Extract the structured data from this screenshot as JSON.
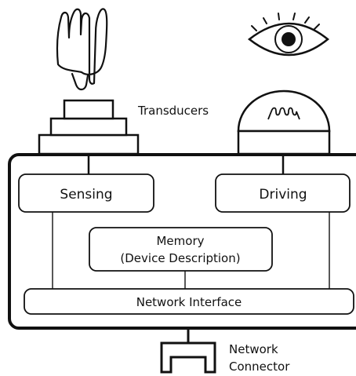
{
  "diagram": {
    "transducers_label": "Transducers",
    "sensing_label": "Sensing",
    "driving_label": "Driving",
    "memory_line1": "Memory",
    "memory_line2": "(Device Description)",
    "network_interface_label": "Network Interface",
    "connector_line1": "Network",
    "connector_line2": "Connector"
  }
}
